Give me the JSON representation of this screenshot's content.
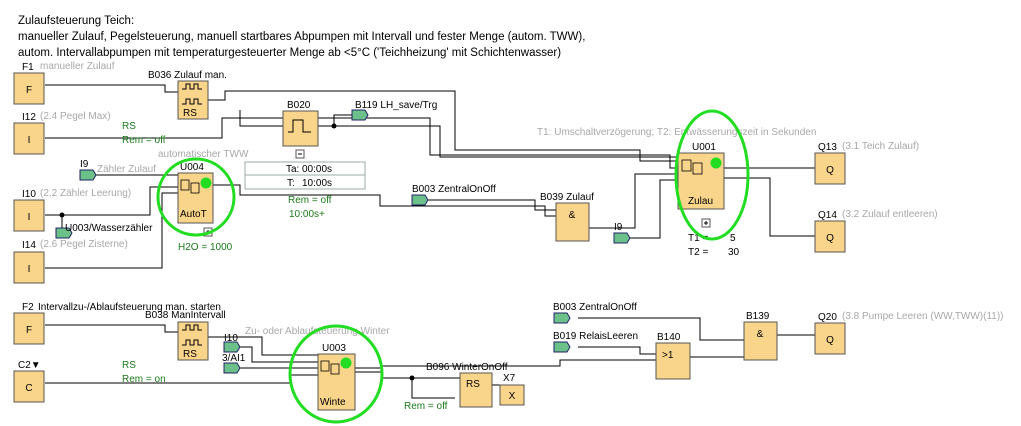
{
  "header": {
    "line1": "Zulaufsteuerung Teich:",
    "line2": "manueller Zulauf, Pegelsteuerung, manuell startbares Abpumpen mit Intervall und fester Menge (autom. TWW),",
    "line3": "autom. Intervallabpumpen mit temperaturgesteuerter Menge ab <5°C ('Teichheizung' mit Schichtenwasser)"
  },
  "inputs": {
    "f1": {
      "id": "F1",
      "symbol": "F",
      "comment": "manueller Zulauf"
    },
    "i12": {
      "id": "I12",
      "symbol": "I",
      "comment": "(2.4 Pegel Max)"
    },
    "i10": {
      "id": "I10",
      "symbol": "I",
      "comment": "(2.2 Zähler Leerung)"
    },
    "i14": {
      "id": "I14",
      "symbol": "I",
      "comment": "(2.6 Pegel Zisterne)"
    },
    "f2": {
      "id": "F2",
      "symbol": "F",
      "comment": "Intervallzu-/Ablaufsteuerung man. starten"
    },
    "c2": {
      "id": "C2▼",
      "symbol": "C"
    }
  },
  "flags": {
    "i9_zaehler": "I9",
    "i9_zaehler_comment": "Zähler Zulauf",
    "u003_wasser": "U003/Wasserzähler",
    "b119": "B119 LH_save/Trg",
    "b003_a": "B003 ZentralOnOff",
    "i9_b": "I9",
    "b003_b": "B003 ZentralOnOff",
    "b019": "B019 RelaisLeeren",
    "i10_b": "I10",
    "ai1": "3/AI1"
  },
  "blocks": {
    "b036": {
      "name": "B036 Zulauf man.",
      "label": "RS",
      "rs": "RS",
      "rem": "Rem = off"
    },
    "b020": {
      "name": "B020",
      "ta_label": "Ta:",
      "ta": "00:00s",
      "t_label": "T:",
      "t": "10:00s",
      "rem": "Rem = off",
      "extra": "10:00s+"
    },
    "u004": {
      "name": "U004",
      "label": "AutoT",
      "comment": "automatischer TWW",
      "param": "H2O = 1000"
    },
    "b039": {
      "name": "B039 Zulauf",
      "symbol": "&"
    },
    "u001": {
      "name": "U001",
      "label": "Zulau",
      "comment": "T1: Umschaltverzögerung; T2: Entwässerungszeit in Sekunden",
      "t1": "T1 =",
      "t1_val": "5",
      "t2": "T2 =",
      "t2_val": "30"
    },
    "b038": {
      "name": "B038 ManIntervall",
      "rs": "RS",
      "rem": "Rem = on"
    },
    "u003": {
      "name": "U003",
      "label": "Winte",
      "comment": "Zu- oder Ablaufsteuerung Winter"
    },
    "b096": {
      "name": "B096 WinterOnOff",
      "label": "RS",
      "rem": "Rem = off"
    },
    "x7": {
      "name": "X7",
      "symbol": "X"
    },
    "b140": {
      "name": "B140",
      "symbol": ">1"
    },
    "b139": {
      "name": "B139",
      "symbol": "&"
    }
  },
  "outputs": {
    "q13": {
      "id": "Q13",
      "symbol": "Q",
      "comment": "(3.1 Teich Zulauf)"
    },
    "q14": {
      "id": "Q14",
      "symbol": "Q",
      "comment": "(3.2 Zulauf entleeren)"
    },
    "q20": {
      "id": "Q20",
      "symbol": "Q",
      "comment": "(3.8 Pumpe Leeren (WW,TWW)(11))"
    }
  },
  "colors": {
    "block": "#f9d58c",
    "highlight": "#22dd22",
    "param_text": "#1b7a1b",
    "comment_text": "#a8a8a8"
  }
}
